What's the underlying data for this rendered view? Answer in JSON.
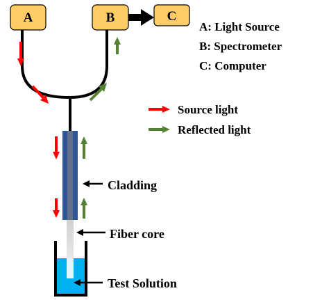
{
  "boxes": {
    "a": "A",
    "b": "B",
    "c": "C"
  },
  "legend_top": {
    "a": "A: Light Source",
    "b": "B: Spectrometer",
    "c": "C: Computer"
  },
  "legend_arrows": {
    "source": "Source light",
    "reflected": "Reflected light"
  },
  "callouts": {
    "cladding": "Cladding",
    "fiber_core": "Fiber core",
    "test_solution": "Test Solution"
  },
  "colors": {
    "box_fill": "#FFCC66",
    "source_arrow": "#FF0000",
    "reflected_arrow": "#548235",
    "cladding": "#2F5597",
    "solution": "#00B0F0"
  }
}
